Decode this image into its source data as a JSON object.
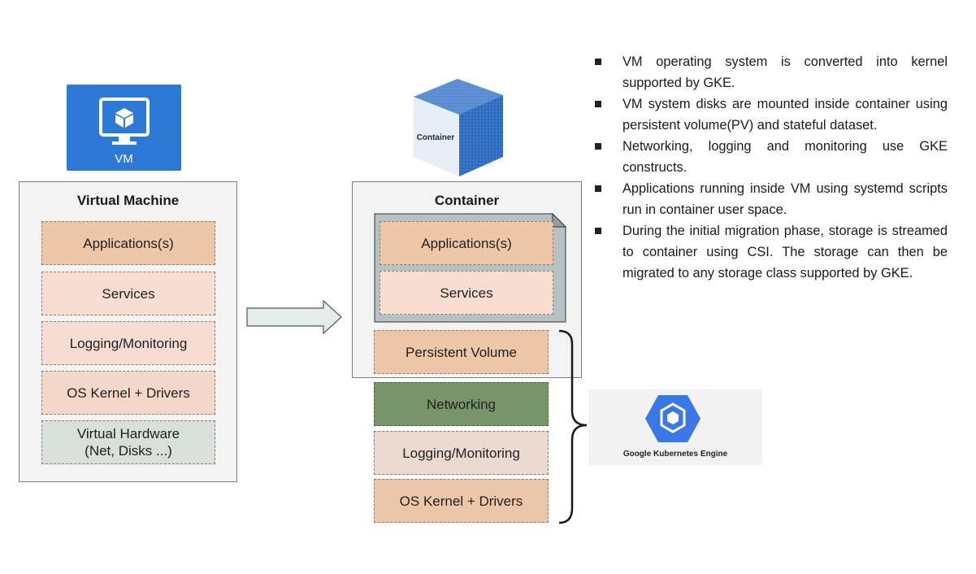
{
  "vm_icon": {
    "label": "VM",
    "icon": "monitor-cube-icon",
    "color": "#2d7ad6"
  },
  "container_icon": {
    "label": "Container",
    "icon": "cube-icon",
    "color": "#2e6cc0"
  },
  "vm_panel": {
    "title": "Virtual Machine",
    "layers": [
      "Applications(s)",
      "Services",
      "Logging/Monitoring",
      "OS Kernel + Drivers",
      "Virtual Hardware\n(Net, Disks ...)"
    ]
  },
  "container_panel": {
    "title": "Container",
    "inner_layers": [
      "Applications(s)",
      "Services"
    ],
    "pv_label": "Persistent Volume"
  },
  "gke_layers": [
    "Networking",
    "Logging/Monitoring",
    "OS Kernel + Drivers"
  ],
  "gke_logo": {
    "label": "Google Kubernetes Engine",
    "icon": "kubernetes-hexagon-icon",
    "color": "#3b78e7"
  },
  "bullets": [
    "VM operating system is converted into kernel supported by GKE.",
    "VM system disks are mounted inside container using persistent volume(PV) and stateful dataset.",
    "Networking, logging and monitoring use GKE constructs.",
    "Applications running inside VM using systemd scripts run in container user space.",
    "During the initial migration phase, storage is streamed to container using CSI. The storage can then be migrated to any storage class supported by GKE."
  ]
}
